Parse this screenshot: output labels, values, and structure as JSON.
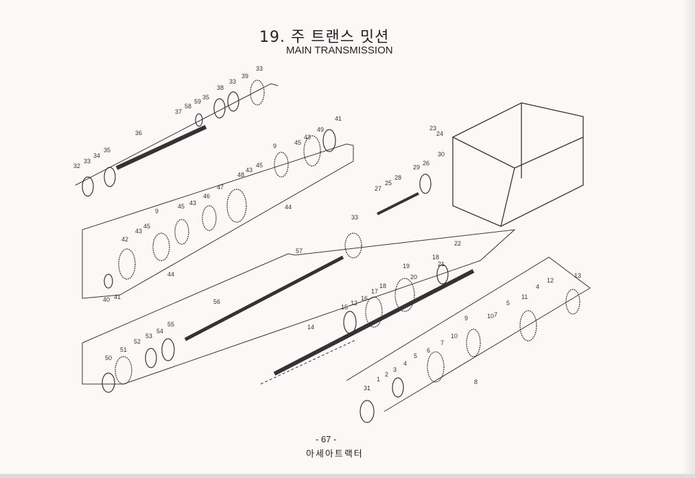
{
  "header": {
    "title": "19. 주 트랜스 밋션",
    "subtitle": "MAIN TRANSMISSION"
  },
  "footer": {
    "page_number": "- 67 -",
    "publisher": "아세아트랙터"
  },
  "part_labels": [
    "33",
    "39",
    "33",
    "38",
    "35",
    "59",
    "58",
    "37",
    "36",
    "35",
    "34",
    "33",
    "32",
    "41",
    "49",
    "43",
    "45",
    "9",
    "45",
    "43",
    "48",
    "47",
    "46",
    "44",
    "43",
    "45",
    "9",
    "45",
    "43",
    "42",
    "44",
    "40",
    "41",
    "23",
    "24",
    "30",
    "26",
    "29",
    "28",
    "25",
    "27",
    "33",
    "57",
    "22",
    "19",
    "21",
    "18",
    "20",
    "18",
    "17",
    "16",
    "12",
    "15",
    "14",
    "56",
    "55",
    "54",
    "53",
    "52",
    "51",
    "50",
    "13",
    "12",
    "4",
    "11",
    "5",
    "7",
    "10",
    "9",
    "10",
    "7",
    "6",
    "5",
    "4",
    "3",
    "2",
    "1",
    "31",
    "8"
  ]
}
